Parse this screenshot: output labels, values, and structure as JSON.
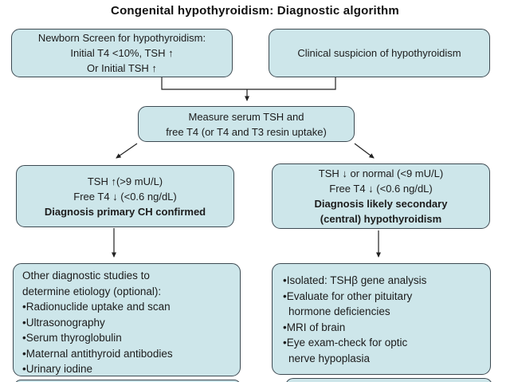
{
  "title": "Congenital hypothyroidism: Diagnostic algorithm",
  "colors": {
    "node_fill": "#cde6ea",
    "node_border": "#3d4a52",
    "arrow": "#222222",
    "background": "#ffffff",
    "text": "#1c1c1c"
  },
  "nodes": {
    "newborn_screen": {
      "lines": [
        "Newborn Screen for hypothyroidism:",
        "Initial T4 <10%, TSH ↑",
        "Or Initial TSH ↑"
      ]
    },
    "clinical_suspicion": {
      "lines": [
        "Clinical suspicion of hypothyroidism"
      ]
    },
    "measure_serum": {
      "lines": [
        "Measure serum TSH and",
        "free T4 (or T4 and T3 resin uptake)"
      ]
    },
    "primary_ch": {
      "lines": [
        "TSH ↑(>9 mU/L)",
        "Free T4 ↓ (<0.6 ng/dL)"
      ],
      "bold_lines": [
        "Diagnosis primary CH confirmed"
      ]
    },
    "secondary_ch": {
      "lines": [
        "TSH ↓ or normal (<9 mU/L)",
        "Free T4 ↓ (<0.6 ng/dL)"
      ],
      "bold_lines": [
        "Diagnosis likely secondary",
        "(central) hypothyroidism"
      ]
    },
    "etiology_studies": {
      "lines": [
        "Other diagnostic studies to",
        "determine etiology (optional):",
        "•Radionuclide uptake and scan",
        "•Ultrasonography",
        "•Serum thyroglobulin",
        "•Maternal antithyroid antibodies",
        "•Urinary iodine"
      ]
    },
    "secondary_workup": {
      "lines": [
        "•Isolated: TSHβ gene analysis",
        "•Evaluate for other pituitary",
        "hormone deficiencies",
        "•MRI of brain",
        "•Eye exam-check for optic",
        "nerve hypoplasia"
      ]
    }
  }
}
